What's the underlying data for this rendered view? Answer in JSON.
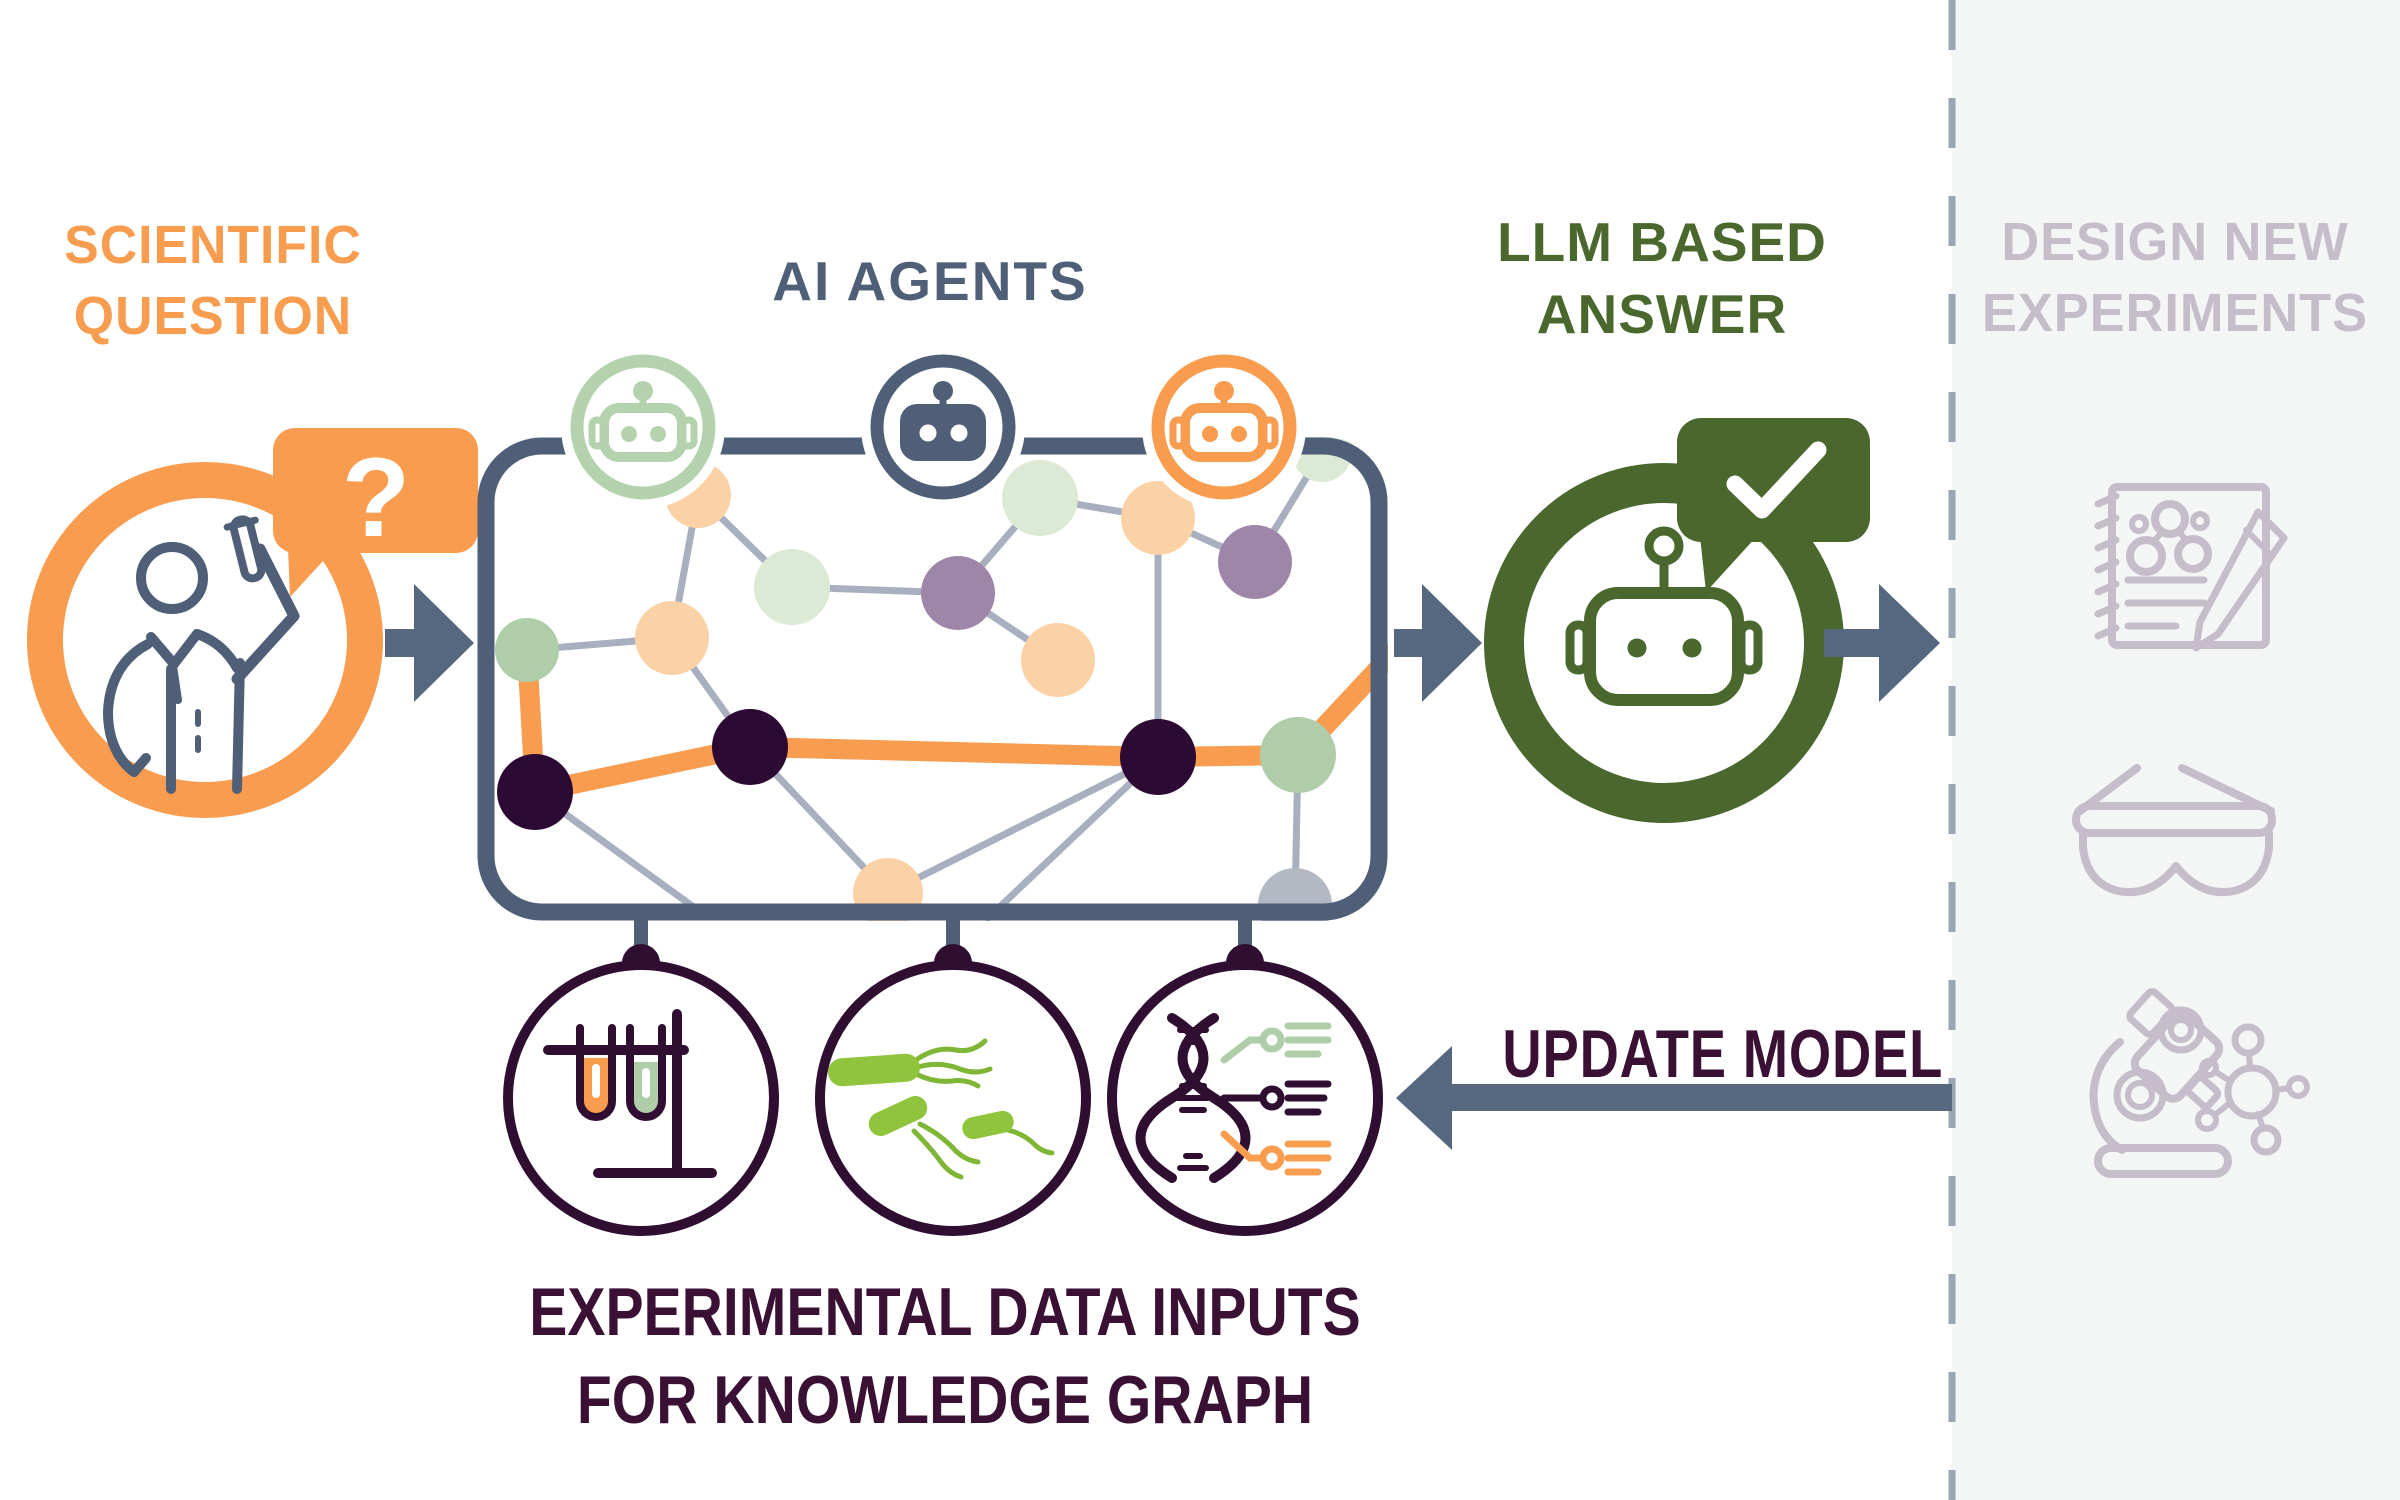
{
  "palette": {
    "orange": "#F89C4F",
    "peach": "#FBD1A6",
    "slate": "#4E5F77",
    "arrow": "#56687F",
    "sage": "#AECDA8",
    "sage_ring": "#B5D2AE",
    "pale_sage": "#DCE9D5",
    "purple": "#9E86A8",
    "dark_node": "#2D0A33",
    "gray_node": "#B3B9C3",
    "edge": "#A8B0BF",
    "green": "#4A682E",
    "ink": "#2F0E32",
    "text_purple": "#3A1035",
    "mauve": "#C6BDCA",
    "panel_bg": "#F4F5F5",
    "divider": "#9AA5B4",
    "bacteria": "#8FC43C",
    "bacteria_dark": "#7FB636"
  },
  "labels": {
    "scientific_question": {
      "line1": "SCIENTIFIC",
      "line2": "QUESTION"
    },
    "question_mark": "?",
    "ai_agents": "AI AGENTS",
    "llm_based_answer": {
      "line1": "LLM BASED",
      "line2": "ANSWER"
    },
    "design_new_experiments": {
      "line1": "DESIGN NEW",
      "line2": "EXPERIMENTS"
    },
    "update_model": "UPDATE MODEL",
    "experimental_data": {
      "line1": "EXPERIMENTAL DATA INPUTS",
      "line2": "FOR KNOWLEDGE GRAPH"
    }
  },
  "icons": {
    "scientist": "scientist-raising-test-tube",
    "question_bubble": "speech-bubble-question",
    "agents": [
      "robot-agent-sage",
      "robot-agent-slate",
      "robot-agent-orange"
    ],
    "answer_robot": "robot-in-green-ring",
    "answer_bubble": "speech-bubble-checkmark",
    "inputs": [
      "test-tubes-rack",
      "bacteria",
      "dna-with-annotations"
    ],
    "design": [
      "lab-notebook-with-pencil",
      "safety-goggles",
      "microscope-with-molecule"
    ]
  },
  "knowledge_graph": {
    "nodes": [
      {
        "id": "a",
        "color": "sage"
      },
      {
        "id": "b",
        "color": "peach"
      },
      {
        "id": "c",
        "color": "peach"
      },
      {
        "id": "d",
        "color": "pale_sage"
      },
      {
        "id": "e",
        "color": "purple"
      },
      {
        "id": "f",
        "color": "dark"
      },
      {
        "id": "g",
        "color": "dark"
      },
      {
        "id": "h",
        "color": "peach"
      },
      {
        "id": "i",
        "color": "pale_sage"
      },
      {
        "id": "j",
        "color": "peach"
      },
      {
        "id": "k",
        "color": "purple"
      },
      {
        "id": "l",
        "color": "pale_sage"
      },
      {
        "id": "m",
        "color": "peach"
      },
      {
        "id": "n",
        "color": "dark"
      },
      {
        "id": "o",
        "color": "sage"
      },
      {
        "id": "p",
        "color": "gray"
      }
    ],
    "edges": [
      [
        "a",
        "c"
      ],
      [
        "c",
        "b"
      ],
      [
        "b",
        "d"
      ],
      [
        "d",
        "e"
      ],
      [
        "c",
        "g"
      ],
      [
        "g",
        "h"
      ],
      [
        "i",
        "j"
      ],
      [
        "j",
        "k"
      ],
      [
        "k",
        "l"
      ],
      [
        "i",
        "e"
      ],
      [
        "e",
        "m"
      ],
      [
        "j",
        "n"
      ],
      [
        "n",
        "h"
      ],
      [
        "o",
        "p"
      ]
    ],
    "highlighted_route": [
      "a",
      "f",
      "g",
      "n",
      "o"
    ],
    "highlight_color": "orange"
  }
}
